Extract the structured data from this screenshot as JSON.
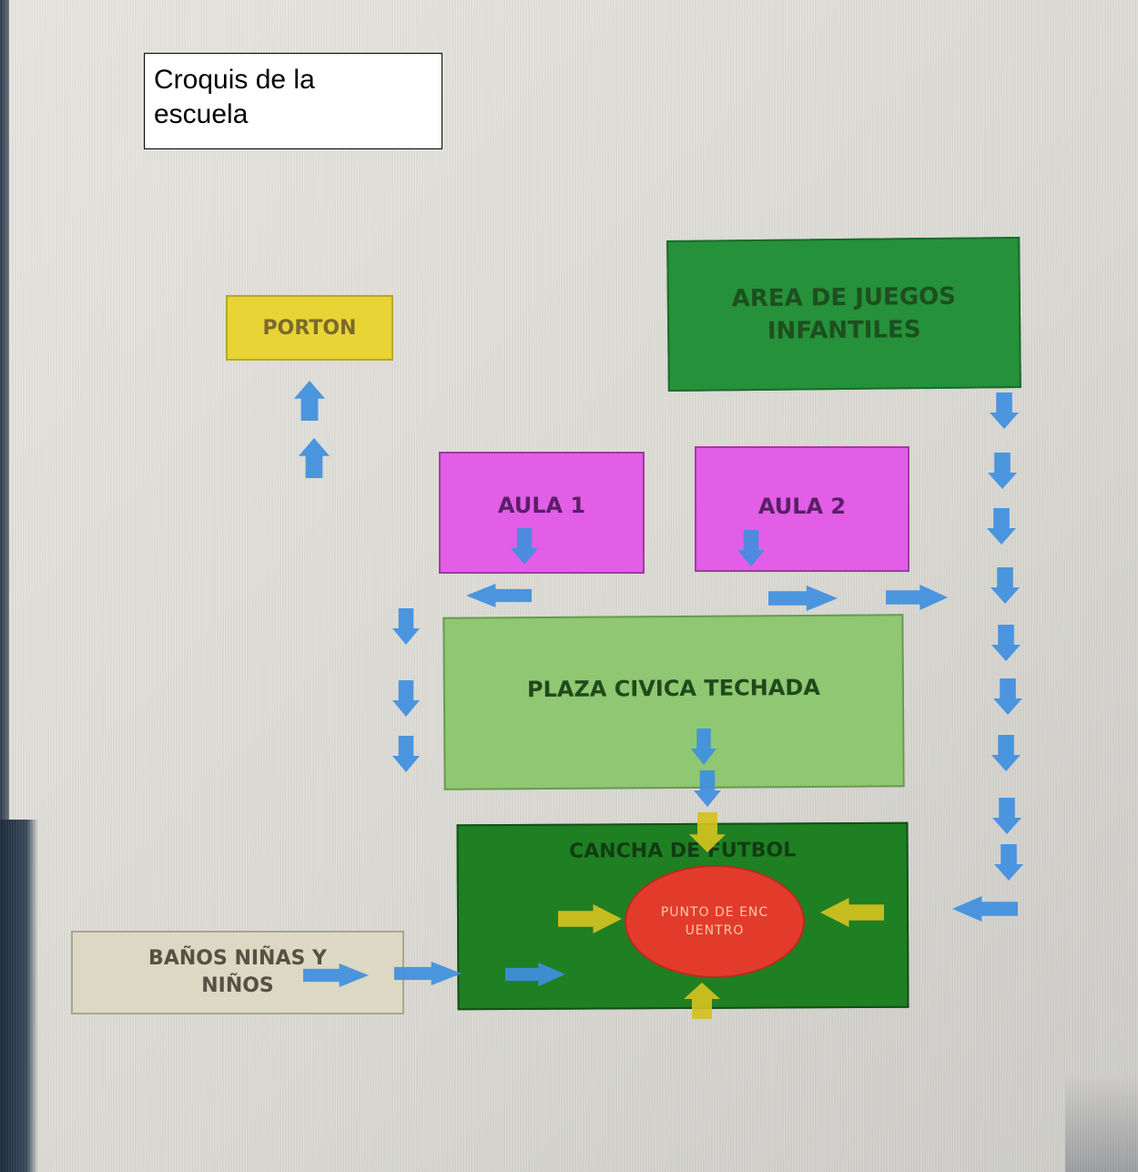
{
  "title": {
    "line1": "Croquis de la",
    "line2": "escuela"
  },
  "zones": {
    "porton": "PORTON",
    "juegos": "AREA DE JUEGOS INFANTILES",
    "aula1": "AULA 1",
    "aula2": "AULA 2",
    "plaza": "PLAZA CIVICA TECHADA",
    "cancha": "CANCHA DE FUTBOL",
    "punto": "PUNTO DE ENCUENTRO",
    "banos": "BAÑOS NIÑAS Y NIÑOS"
  },
  "colors": {
    "evacuation_arrow": "#3f8fe0",
    "meeting_point_arrow": "#d4c11f",
    "porton": "#e8d434",
    "juegos": "#25913a",
    "aulas": "#e25ee6",
    "plaza": "#8fc773",
    "cancha": "#1f7f23",
    "punto": "#e33b2b",
    "banos": "#dcd8c3"
  },
  "icons": {
    "evacuation": "blue-arrow-icon",
    "meeting": "yellow-arrow-icon"
  }
}
